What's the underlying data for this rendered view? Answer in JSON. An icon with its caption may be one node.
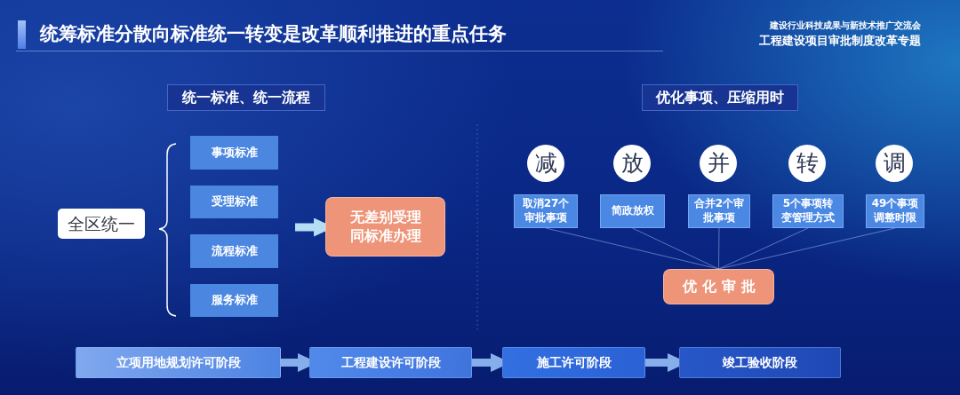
{
  "diagram": {
    "title": "统筹标准分散向标准统一转变是改革顺利推进的重点任务",
    "nodes": [
      {
        "text": [
          "统一标准、统一流程"
        ]
      },
      {
        "text": [
          "全区统一"
        ]
      },
      {
        "text": [
          "事项标准"
        ]
      },
      {
        "text": [
          "受理标准"
        ]
      },
      {
        "text": [
          "流程标准"
        ]
      },
      {
        "text": [
          "服务标准"
        ]
      },
      {
        "text": [
          "无差别受理",
          "同标准办理"
        ]
      },
      {
        "text": [
          "优化事项、压缩用时"
        ]
      },
      {
        "text": [
          "减"
        ]
      },
      {
        "text": [
          "放"
        ]
      },
      {
        "text": [
          "并"
        ]
      },
      {
        "text": [
          "转"
        ]
      },
      {
        "text": [
          "调"
        ]
      },
      {
        "text": [
          "取消27个审批事项"
        ]
      },
      {
        "text": [
          "简政放权"
        ]
      },
      {
        "text": [
          "合并2个审批事项"
        ]
      },
      {
        "text": [
          "5个事项转变管理方式"
        ]
      },
      {
        "text": [
          "49个事项调整时限"
        ]
      },
      {
        "text": [
          "优化审批"
        ]
      },
      {
        "text": [
          "立项用地规划许可阶段"
        ]
      },
      {
        "text": [
          "工程建设许可阶段"
        ]
      },
      {
        "text": [
          "施工许可阶段"
        ]
      },
      {
        "text": [
          "竣工验收阶段"
        ]
      }
    ],
    "edges": [
      {
        "from": null,
        "to": 6,
        "arrow": "to",
        "style": "thick",
        "color": "#b5def5"
      },
      {
        "from": 13,
        "to": 18,
        "arrow": "none"
      },
      {
        "from": 14,
        "to": 18,
        "arrow": "none"
      },
      {
        "from": 15,
        "to": 18,
        "arrow": "none"
      },
      {
        "from": 16,
        "to": 18,
        "arrow": "none"
      },
      {
        "from": 17,
        "to": 18,
        "arrow": "none"
      },
      {
        "from": 19,
        "to": 20,
        "arrow": "to",
        "style": "thick",
        "color": "#86aeea"
      },
      {
        "from": 20,
        "to": 21,
        "arrow": "to",
        "style": "thick",
        "color": "#86aeea"
      },
      {
        "from": 21,
        "to": 22,
        "arrow": "to",
        "style": "thick",
        "color": "#86aeea"
      }
    ],
    "labels": [
      "建设行业科技成果与新技术推广交流会",
      "工程建设项目审批制度改革专题"
    ]
  }
}
